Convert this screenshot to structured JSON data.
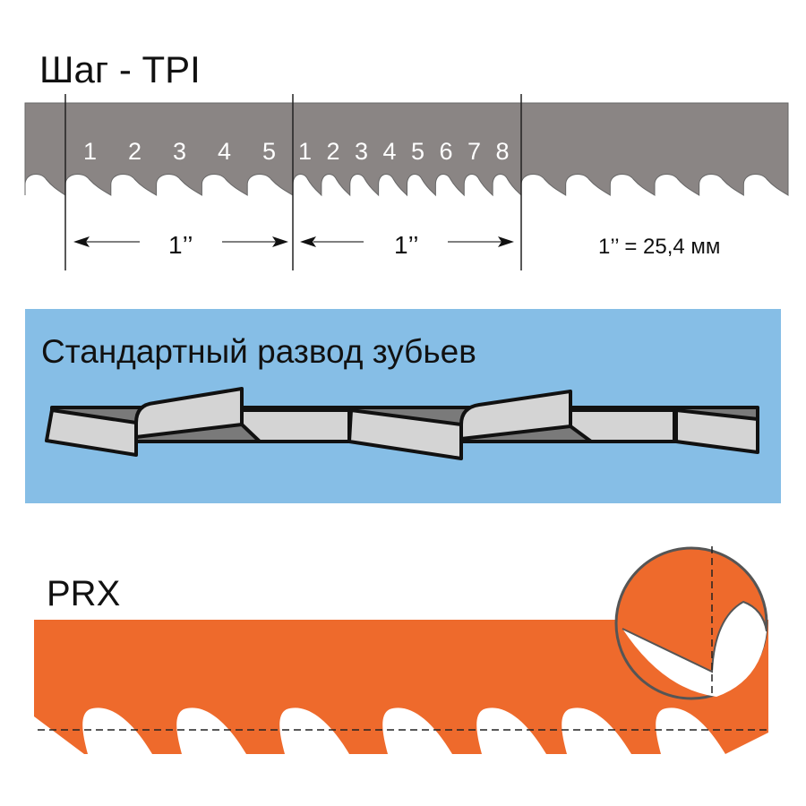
{
  "tpi_section": {
    "title": "Шаг - TPI",
    "group1_numbers": [
      "1",
      "2",
      "3",
      "4",
      "5"
    ],
    "group2_numbers": [
      "1",
      "2",
      "3",
      "4",
      "5",
      "6",
      "7",
      "8"
    ],
    "pitch_label_1": "1’’",
    "pitch_label_2": "1’’",
    "conversion_note": "1’’ = 25,4 мм"
  },
  "set_section": {
    "title": "Стандартный развод зубьев"
  },
  "prx_section": {
    "title": "PRX"
  },
  "colors": {
    "blade_gray": "#8a8584",
    "panel_blue": "#86bee6",
    "prx_orange": "#ee6a2c"
  }
}
